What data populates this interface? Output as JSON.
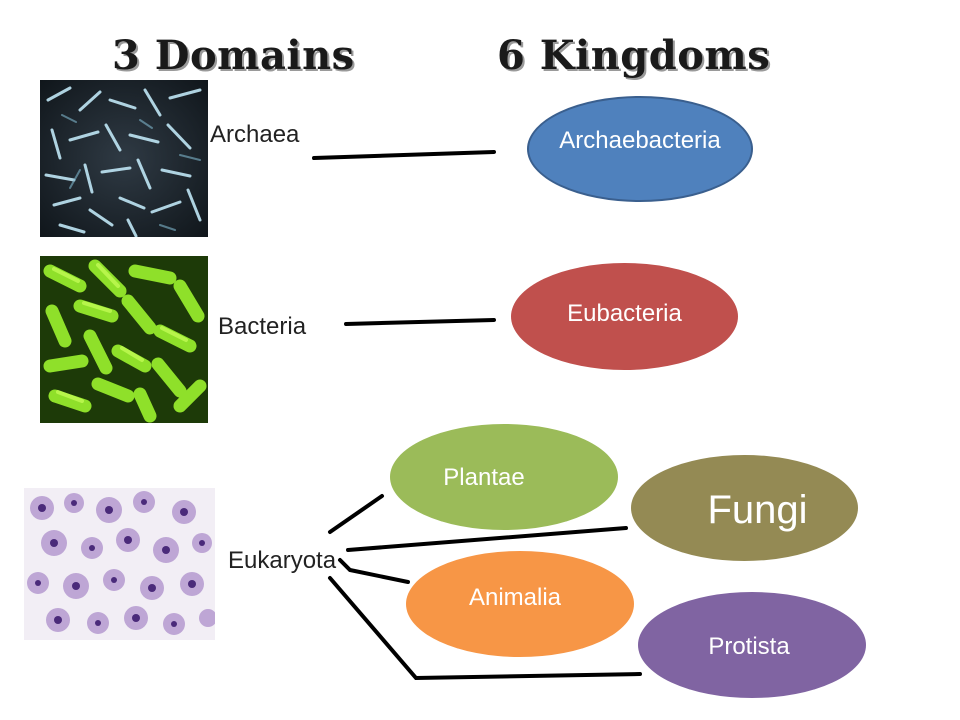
{
  "headings": {
    "domains": "3 Domains",
    "kingdoms": "6 Kingdoms"
  },
  "domains": {
    "archaea": "Archaea",
    "bacteria": "Bacteria",
    "eukaryota": "Eukaryota"
  },
  "kingdoms": {
    "archaebacteria": {
      "label": "Archaebacteria",
      "color": "#4f81bd"
    },
    "eubacteria": {
      "label": "Eubacteria",
      "color": "#c0504d"
    },
    "plantae": {
      "label": "Plantae",
      "color": "#9bbb59"
    },
    "fungi": {
      "label": "Fungi",
      "color": "#948a54"
    },
    "animalia": {
      "label": "Animalia",
      "color": "#f79646"
    },
    "protista": {
      "label": "Protista",
      "color": "#8064a2"
    }
  },
  "photos": {
    "archaea": "archaea-micrograph",
    "bacteria": "bacteria-micrograph",
    "eukaryota": "eukaryote-cells-micrograph"
  }
}
